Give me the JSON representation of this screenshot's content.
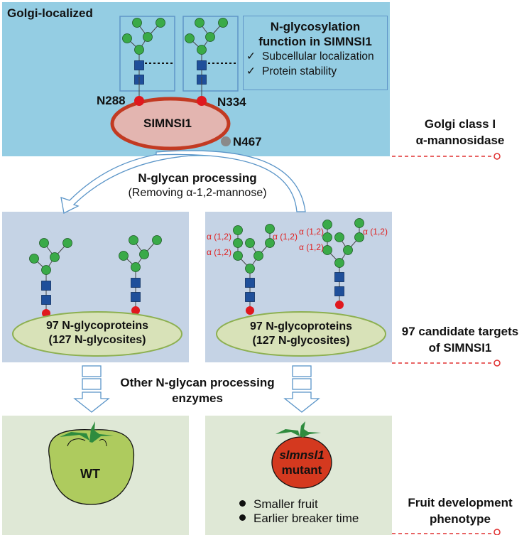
{
  "colors": {
    "golgi_panel": "#94cde3",
    "glycoprotein_panel": "#c5d3e5",
    "phenotype_panel": "#dfe8d6",
    "mannose_green": "#3aaa48",
    "glcnac_blue": "#1f4f9a",
    "site_red": "#e0181e",
    "site_gray": "#8a8a8a",
    "enzyme_fill": "#e3b5b0",
    "enzyme_border": "#c23a22",
    "ellipse_fill": "#d8e2b8",
    "ellipse_border": "#8db051",
    "arrow_outline": "#5b95c8",
    "dash_red": "#e03030",
    "wt_tomato": "#aecb5e",
    "mutant_tomato": "#d4391f",
    "leaf_green": "#2e8b3e"
  },
  "golgi_panel": {
    "title": "Golgi-localized",
    "enzyme_label": "SIMNSI1",
    "sites": [
      {
        "label": "N288",
        "glycosylated": true
      },
      {
        "label": "N334",
        "glycosylated": true
      },
      {
        "label": "N467",
        "glycosylated": false
      }
    ],
    "function_box": {
      "title_line1": "N-glycosylation",
      "title_line2": "function in SIMNSI1",
      "check_symbol": "✓",
      "items": [
        "Subcellular localization",
        "Protein stability"
      ]
    }
  },
  "processing": {
    "title": "N-glycan processing",
    "subtitle": "(Removing α-1,2-mannose)"
  },
  "glycoprotein_panels": {
    "left": {
      "line1": "97 N-glycoproteins",
      "line2": "(127 N-glycosites)"
    },
    "right": {
      "line1": "97 N-glycoproteins",
      "line2": "(127 N-glycosites)",
      "linkage_label": "α (1,2)"
    }
  },
  "other_enzymes": {
    "line1": "Other N-glycan processing",
    "line2": "enzymes"
  },
  "phenotype_panels": {
    "wt_label": "WT",
    "mutant_line1": "slmnsl1",
    "mutant_line2": "mutant",
    "bullets": [
      "Smaller fruit",
      "Earlier breaker time"
    ]
  },
  "side_labels": [
    {
      "line1": "Golgi class I",
      "line2": "α-mannosidase"
    },
    {
      "line1": "97 candidate targets",
      "line2": "of SIMNSI1"
    },
    {
      "line1": "Fruit development",
      "line2": "phenotype"
    }
  ]
}
